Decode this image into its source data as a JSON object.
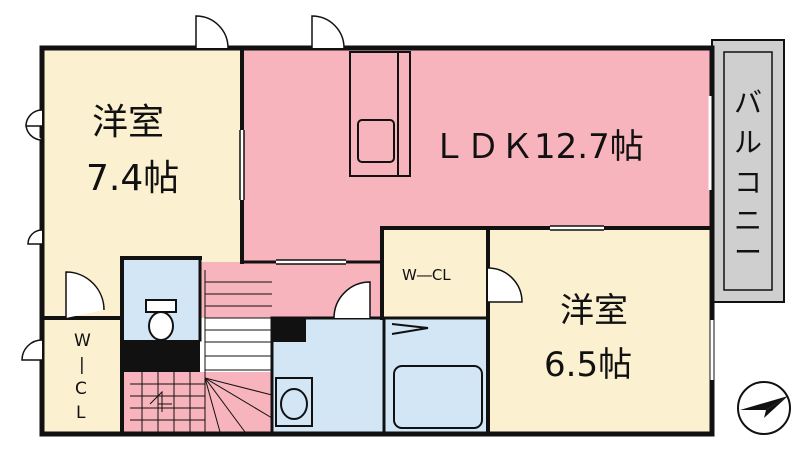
{
  "colors": {
    "wall": "#111111",
    "ldk": "#f7b4bc",
    "western": "#fbf0cf",
    "wet": "#d2e6f6",
    "toilet": "#d2e6f6",
    "stair": "#f7b4bc",
    "balcony": "#cfcfcf"
  },
  "rooms": {
    "western1": {
      "name": "洋室",
      "size": "7.4帖"
    },
    "ldk": {
      "name": "ＬＤＫ12.7帖"
    },
    "wcl_small": {
      "name": "W―CL"
    },
    "western2": {
      "name": "洋室",
      "size": "6.5帖"
    },
    "wcl_vertical": {
      "chars": [
        "W",
        "|",
        "C",
        "L"
      ]
    },
    "balcony": {
      "chars": [
        "バ",
        "ル",
        "コ",
        "ニ",
        "ー"
      ]
    }
  },
  "compass": {
    "icon": "north-arrow-icon"
  }
}
